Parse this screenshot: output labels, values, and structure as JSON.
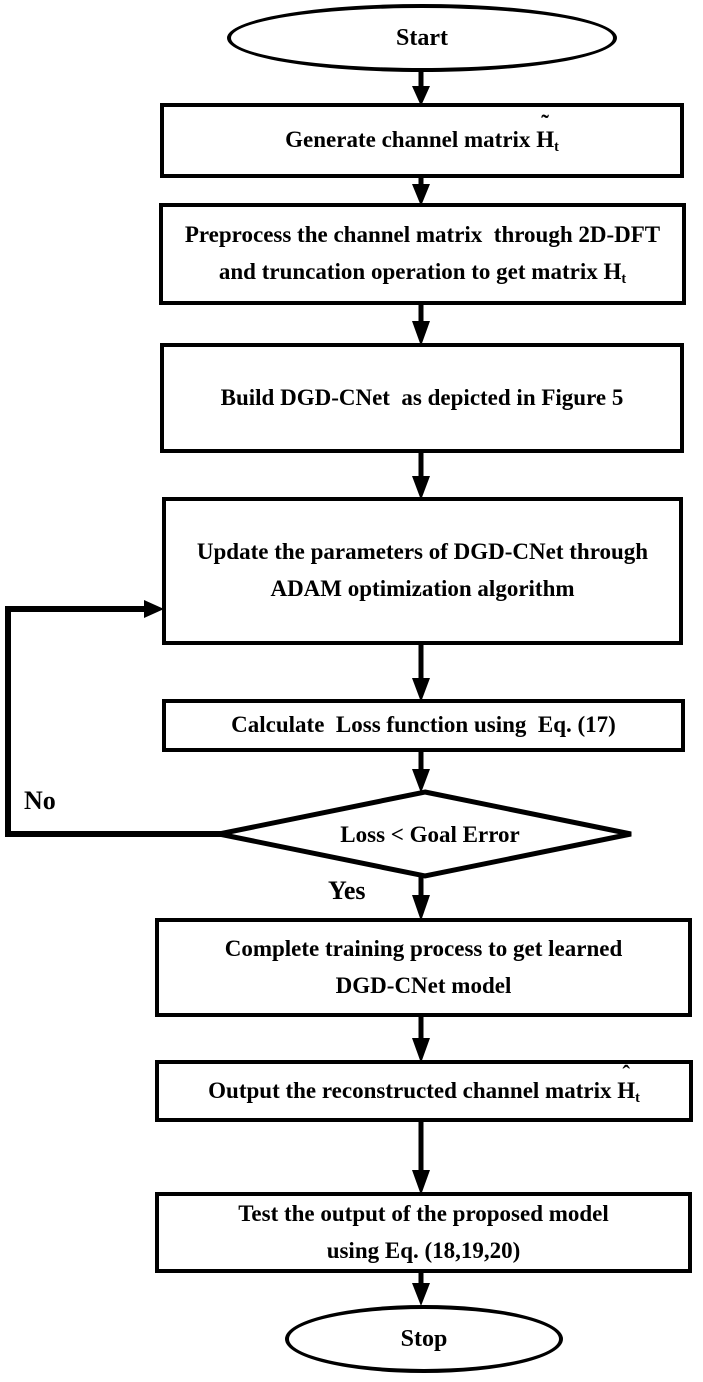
{
  "flowchart": {
    "title": "DGD-CNet training flowchart",
    "colors": {
      "ink": "#000000",
      "background": "#ffffff"
    },
    "start": {
      "label": "Start"
    },
    "generate": {
      "text": "Generate channel matrix ",
      "base": "H",
      "accent": "˜",
      "sub": "t"
    },
    "preprocess": {
      "line1": "Preprocess the channel matrix  through 2D-DFT",
      "line2_text": "and truncation operation to get matrix ",
      "base": "H",
      "sub": "t"
    },
    "build": {
      "line1": "Build DGD-CNet  as depicted in Figure 5"
    },
    "update": {
      "line1": "Update the parameters of DGD-CNet through",
      "line2": "ADAM optimization algorithm"
    },
    "calculate": {
      "line1": "Calculate  Loss function using  Eq. (17)"
    },
    "decision": {
      "label": "Loss < Goal Error",
      "no_label": "No",
      "yes_label": "Yes"
    },
    "complete": {
      "line1": "Complete training process to get learned",
      "line2": "DGD-CNet model"
    },
    "output": {
      "text": "Output the reconstructed channel matrix ",
      "base": "H",
      "accent": "ˆ",
      "sub": "t"
    },
    "test": {
      "line1": "Test the output of the proposed model",
      "line2": "using Eq. (18,19,20)"
    },
    "stop": {
      "label": "Stop"
    }
  }
}
